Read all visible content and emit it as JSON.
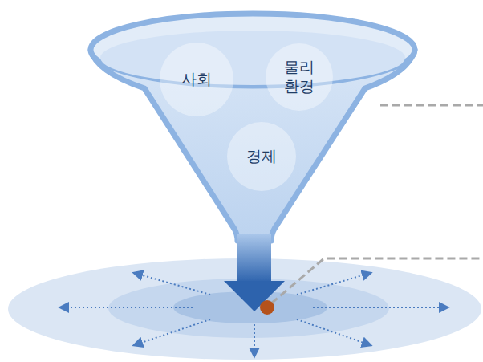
{
  "diagram": {
    "nodes": [
      {
        "text": [
          "사회"
        ]
      },
      {
        "text": [
          "물리 환경"
        ]
      },
      {
        "text": [
          "경제"
        ]
      }
    ]
  }
}
